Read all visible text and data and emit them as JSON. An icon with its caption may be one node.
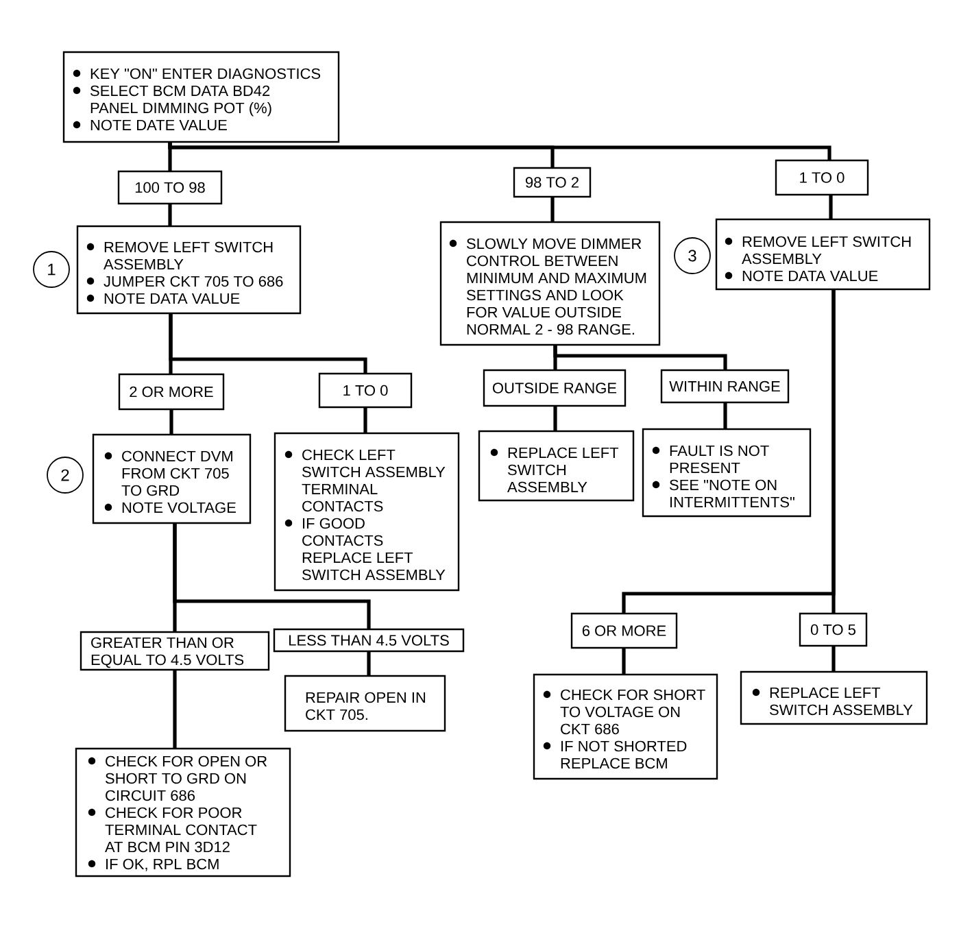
{
  "diagram": {
    "nodes": [
      {
        "text": [
          "KEY \"ON\" ENTER DIAGNOSTICS",
          "SELECT BCM DATA BD42 PANEL DIMMING POT (%)",
          "NOTE DATE VALUE"
        ]
      },
      {
        "text": [
          "100 TO 98"
        ]
      },
      {
        "text": [
          "98 TO 2"
        ]
      },
      {
        "text": [
          "1 TO 0"
        ]
      },
      {
        "text": [
          "1"
        ]
      },
      {
        "text": [
          "REMOVE LEFT SWITCH ASSEMBLY",
          "JUMPER CKT 705 TO 686",
          "NOTE DATA VALUE"
        ]
      },
      {
        "text": [
          "SLOWLY MOVE DIMMER CONTROL BETWEEN MINIMUM AND MAXIMUM SETTINGS AND LOOK FOR VALUE OUTSIDE NORMAL 2 - 98 RANGE."
        ]
      },
      {
        "text": [
          "3"
        ]
      },
      {
        "text": [
          "REMOVE LEFT SWITCH ASSEMBLY",
          "NOTE DATA VALUE"
        ]
      },
      {
        "text": [
          "2 OR MORE"
        ]
      },
      {
        "text": [
          "1 TO 0"
        ]
      },
      {
        "text": [
          "OUTSIDE RANGE"
        ]
      },
      {
        "text": [
          "WITHIN RANGE"
        ]
      },
      {
        "text": [
          "2"
        ]
      },
      {
        "text": [
          "CONNECT DVM FROM CKT 705 TO GRD",
          "NOTE VOLTAGE"
        ]
      },
      {
        "text": [
          "CHECK LEFT SWITCH ASSEMBLY TERMINAL CONTACTS",
          "IF GOOD CONTACTS REPLACE LEFT SWITCH ASSEMBLY"
        ]
      },
      {
        "text": [
          "REPLACE LEFT SWITCH ASSEMBLY"
        ]
      },
      {
        "text": [
          "FAULT IS NOT PRESENT",
          "SEE \"NOTE ON INTERMITTENTS\""
        ]
      },
      {
        "text": [
          "GREATER THAN OR EQUAL TO 4.5 VOLTS"
        ]
      },
      {
        "text": [
          "LESS THAN 4.5 VOLTS"
        ]
      },
      {
        "text": [
          "6 OR MORE"
        ]
      },
      {
        "text": [
          "0 TO 5"
        ]
      },
      {
        "text": [
          "REPAIR OPEN IN CKT 705."
        ]
      },
      {
        "text": [
          "CHECK FOR SHORT TO VOLTAGE ON CKT 686",
          "IF NOT SHORTED REPLACE BCM"
        ]
      },
      {
        "text": [
          "REPLACE LEFT SWITCH ASSEMBLY"
        ]
      },
      {
        "text": [
          "CHECK FOR OPEN OR SHORT TO GRD ON CIRCUIT 686",
          "CHECK FOR POOR TERMINAL CONTACT AT BCM PIN 3D12",
          "IF OK, RPL BCM"
        ]
      }
    ],
    "edges": [
      {
        "from": 0,
        "to": 1,
        "arrow": "none"
      },
      {
        "from": 0,
        "to": 2,
        "arrow": "none"
      },
      {
        "from": 0,
        "to": 3,
        "arrow": "none"
      },
      {
        "from": 1,
        "to": 5,
        "arrow": "none"
      },
      {
        "from": 2,
        "to": 6,
        "arrow": "none"
      },
      {
        "from": 3,
        "to": 8,
        "arrow": "none"
      },
      {
        "from": 5,
        "to": 9,
        "arrow": "none"
      },
      {
        "from": 5,
        "to": 10,
        "arrow": "none"
      },
      {
        "from": 6,
        "to": 11,
        "arrow": "none"
      },
      {
        "from": 6,
        "to": 12,
        "arrow": "none"
      },
      {
        "from": 8,
        "to": 20,
        "arrow": "none"
      },
      {
        "from": 8,
        "to": 21,
        "arrow": "none"
      },
      {
        "from": 9,
        "to": 14,
        "arrow": "none"
      },
      {
        "from": 10,
        "to": 15,
        "arrow": "none"
      },
      {
        "from": 11,
        "to": 16,
        "arrow": "none"
      },
      {
        "from": 12,
        "to": 17,
        "arrow": "none"
      },
      {
        "from": 14,
        "to": 18,
        "arrow": "none"
      },
      {
        "from": 14,
        "to": 19,
        "arrow": "none"
      },
      {
        "from": 18,
        "to": 25,
        "arrow": "none"
      },
      {
        "from": 19,
        "to": 22,
        "arrow": "none"
      },
      {
        "from": 20,
        "to": 23,
        "arrow": "none"
      },
      {
        "from": 21,
        "to": 24,
        "arrow": "none"
      }
    ]
  }
}
